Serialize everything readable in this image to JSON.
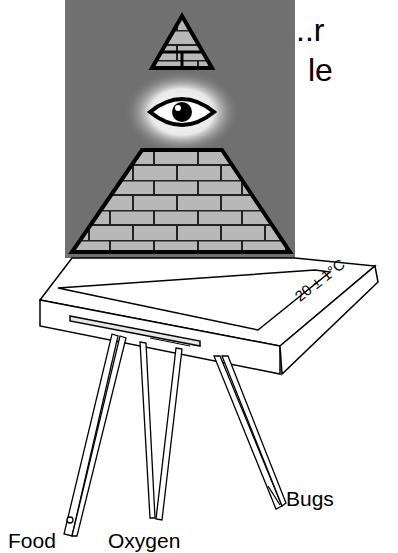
{
  "diagram": {
    "labels": [
      "..r",
      "le",
      "20 ± 1°C",
      "Food",
      "Oxygen",
      "Bugs"
    ]
  }
}
